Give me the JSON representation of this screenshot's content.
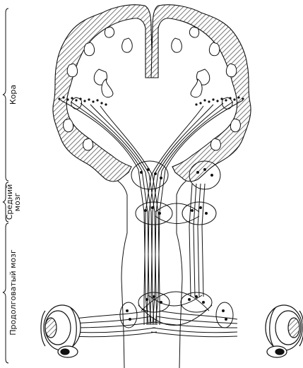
{
  "labels": {
    "cortex": "Кора",
    "midbrain_line1": "Средний",
    "midbrain_line2": "мозг",
    "medulla": "Продолговатый мозг"
  },
  "colors": {
    "ink": "#111111",
    "hatch": "#444444",
    "background": "#ffffff"
  }
}
